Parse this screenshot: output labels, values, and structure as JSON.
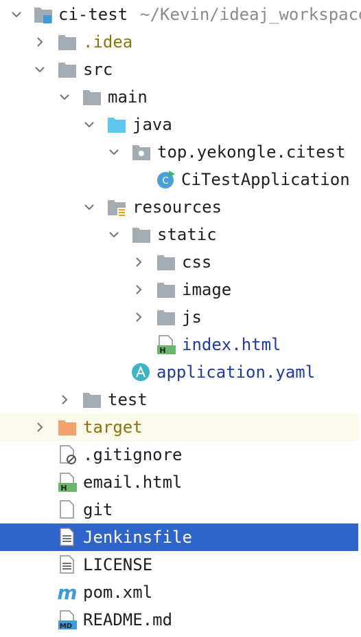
{
  "project_view": {
    "root": {
      "name": "ci-test",
      "path": "~/Kevin/ideaj_workspace"
    },
    "items": [
      {
        "label": "ci-test",
        "path": "~/Kevin/ideaj_workspace",
        "indent": 0,
        "chevron": "chevron-down-icon",
        "icon": "module-folder-icon"
      },
      {
        "label": ".idea",
        "indent": 1,
        "chevron": "chevron-right-icon",
        "icon": "folder-icon"
      },
      {
        "label": "src",
        "indent": 1,
        "chevron": "chevron-down-icon",
        "icon": "folder-icon"
      },
      {
        "label": "main",
        "indent": 2,
        "chevron": "chevron-down-icon",
        "icon": "folder-icon"
      },
      {
        "label": "java",
        "indent": 3,
        "chevron": "chevron-down-icon",
        "icon": "source-root-folder-icon"
      },
      {
        "label": "top.yekongle.citest",
        "indent": 4,
        "chevron": "chevron-down-icon",
        "icon": "package-icon"
      },
      {
        "label": "CiTestApplication",
        "indent": 5,
        "chevron": "",
        "icon": "spring-boot-class-icon"
      },
      {
        "label": "resources",
        "indent": 3,
        "chevron": "chevron-down-icon",
        "icon": "resources-folder-icon"
      },
      {
        "label": "static",
        "indent": 4,
        "chevron": "chevron-down-icon",
        "icon": "folder-icon"
      },
      {
        "label": "css",
        "indent": 5,
        "chevron": "chevron-right-icon",
        "icon": "folder-icon"
      },
      {
        "label": "image",
        "indent": 5,
        "chevron": "chevron-right-icon",
        "icon": "folder-icon"
      },
      {
        "label": "js",
        "indent": 5,
        "chevron": "chevron-right-icon",
        "icon": "folder-icon"
      },
      {
        "label": "index.html",
        "indent": 5,
        "chevron": "",
        "icon": "html-file-icon"
      },
      {
        "label": "application.yaml",
        "indent": 4,
        "chevron": "",
        "icon": "spring-config-icon"
      },
      {
        "label": "test",
        "indent": 2,
        "chevron": "chevron-right-icon",
        "icon": "folder-icon"
      },
      {
        "label": "target",
        "indent": 1,
        "chevron": "chevron-right-icon",
        "icon": "excluded-folder-icon"
      },
      {
        "label": ".gitignore",
        "indent": 1,
        "chevron": "",
        "icon": "gitignore-file-icon"
      },
      {
        "label": "email.html",
        "indent": 1,
        "chevron": "",
        "icon": "html-file-icon"
      },
      {
        "label": "git",
        "indent": 1,
        "chevron": "",
        "icon": "blank-file-icon"
      },
      {
        "label": "Jenkinsfile",
        "indent": 1,
        "chevron": "",
        "icon": "text-file-icon"
      },
      {
        "label": "LICENSE",
        "indent": 1,
        "chevron": "",
        "icon": "text-file-icon"
      },
      {
        "label": "pom.xml",
        "indent": 1,
        "chevron": "",
        "icon": "maven-icon"
      },
      {
        "label": "README.md",
        "indent": 1,
        "chevron": "",
        "icon": "markdown-file-icon"
      }
    ],
    "selected_item": "Jenkinsfile",
    "excluded_item": "target",
    "colors": {
      "selection_bg": "#2f65ca",
      "excluded_bg": "#fbfaea",
      "folder_gray": "#a4acb3",
      "source_folder_blue": "#5cc8f0",
      "excluded_folder_orange": "#f2a16d",
      "vcs_blue_text": "#1f3c9c",
      "ignored_olive_text": "#8b7410"
    }
  }
}
